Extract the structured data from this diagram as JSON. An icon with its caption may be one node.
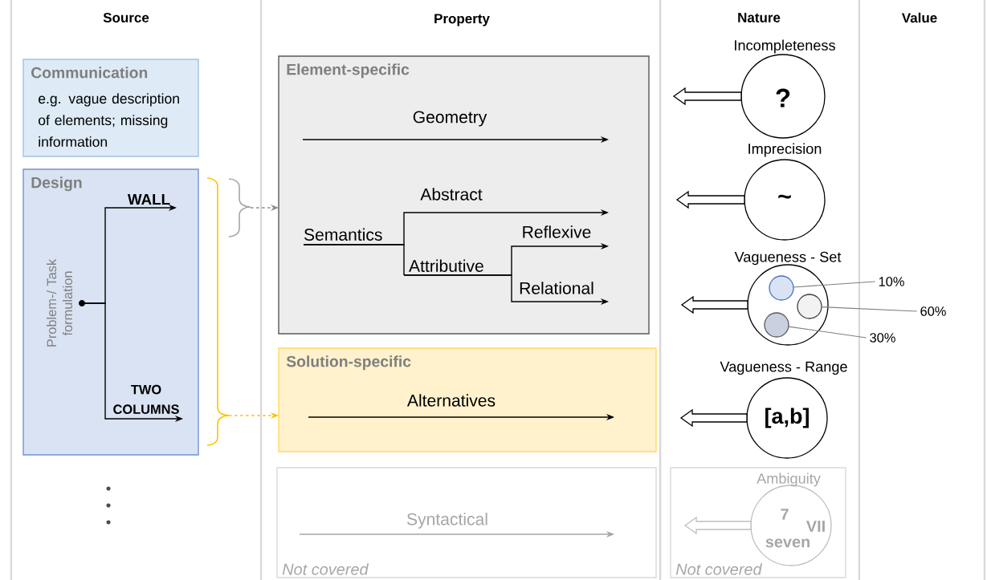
{
  "diagram": {
    "nodes": [
      {
        "text": [
          "Communication",
          "e.g. vague description of elements; missing information"
        ]
      },
      {
        "text": [
          "Design"
        ]
      },
      {
        "text": [
          "Problem-/ Task formulation"
        ],
        "in": 1
      },
      {
        "text": [
          "WALL"
        ],
        "in": 1
      },
      {
        "text": [
          "TWO COLUMNS"
        ],
        "in": 1
      },
      {
        "text": [],
        "shape": "brace"
      },
      {
        "text": [],
        "shape": "brace"
      },
      {
        "text": [
          "Element-specific"
        ]
      },
      {
        "text": [
          "Geometry"
        ],
        "in": 7
      },
      {
        "text": [
          "Semantics"
        ],
        "in": 7
      },
      {
        "text": [
          "Attributive"
        ],
        "in": 7
      },
      {
        "text": [
          "Solution-specific"
        ]
      },
      {
        "text": [
          "Alternatives"
        ],
        "in": 11
      },
      {
        "text": [
          "Not covered"
        ]
      },
      {
        "text": [
          "Syntactical"
        ],
        "in": 13
      },
      {
        "text": [
          "Incompleteness",
          "?"
        ]
      },
      {
        "text": [
          "Imprecision",
          "~"
        ]
      },
      {
        "text": [
          "Vagueness - Set"
        ]
      },
      {
        "text": [],
        "shape": "circle",
        "in": 17
      },
      {
        "text": [],
        "shape": "circle",
        "in": 17
      },
      {
        "text": [],
        "shape": "circle",
        "in": 17
      },
      {
        "text": [
          "10%"
        ]
      },
      {
        "text": [
          "60%"
        ]
      },
      {
        "text": [
          "30%"
        ]
      },
      {
        "text": [
          "Vagueness - Range",
          "[a,b]"
        ]
      },
      {
        "text": [
          "Not covered"
        ]
      },
      {
        "text": [
          "Ambiguity",
          "7",
          "VII",
          "seven"
        ],
        "in": 25
      }
    ],
    "edges": [
      {
        "from": 2,
        "to": 3,
        "arrow": "to"
      },
      {
        "from": 2,
        "to": 4,
        "arrow": "to"
      },
      {
        "from": 6,
        "to": 7,
        "arrow": "to",
        "style": "dashed",
        "color": "#8c8c8c"
      },
      {
        "from": 5,
        "to": 11,
        "arrow": "to",
        "style": "dashed",
        "color": "#ffc000"
      },
      {
        "from": 9,
        "to": null,
        "arrow": "to",
        "label": "Abstract"
      },
      {
        "from": 9,
        "to": 10,
        "arrow": "none"
      },
      {
        "from": 10,
        "to": null,
        "arrow": "to",
        "label": "Reflexive"
      },
      {
        "from": 10,
        "to": null,
        "arrow": "to",
        "label": "Relational"
      },
      {
        "from": 15,
        "to": null,
        "arrow": "to"
      },
      {
        "from": 16,
        "to": null,
        "arrow": "to"
      },
      {
        "from": 17,
        "to": null,
        "arrow": "to"
      },
      {
        "from": 24,
        "to": null,
        "arrow": "to"
      },
      {
        "from": 26,
        "to": null,
        "arrow": "to",
        "color": "#bfbfbf"
      },
      {
        "from": 21,
        "to": 18,
        "arrow": "none",
        "color": "#7f7f7f"
      },
      {
        "from": 22,
        "to": 19,
        "arrow": "none",
        "color": "#7f7f7f"
      },
      {
        "from": 23,
        "to": 20,
        "arrow": "none",
        "color": "#7f7f7f"
      }
    ],
    "labels": [
      "Source",
      "Property",
      "Nature",
      "Value"
    ]
  }
}
